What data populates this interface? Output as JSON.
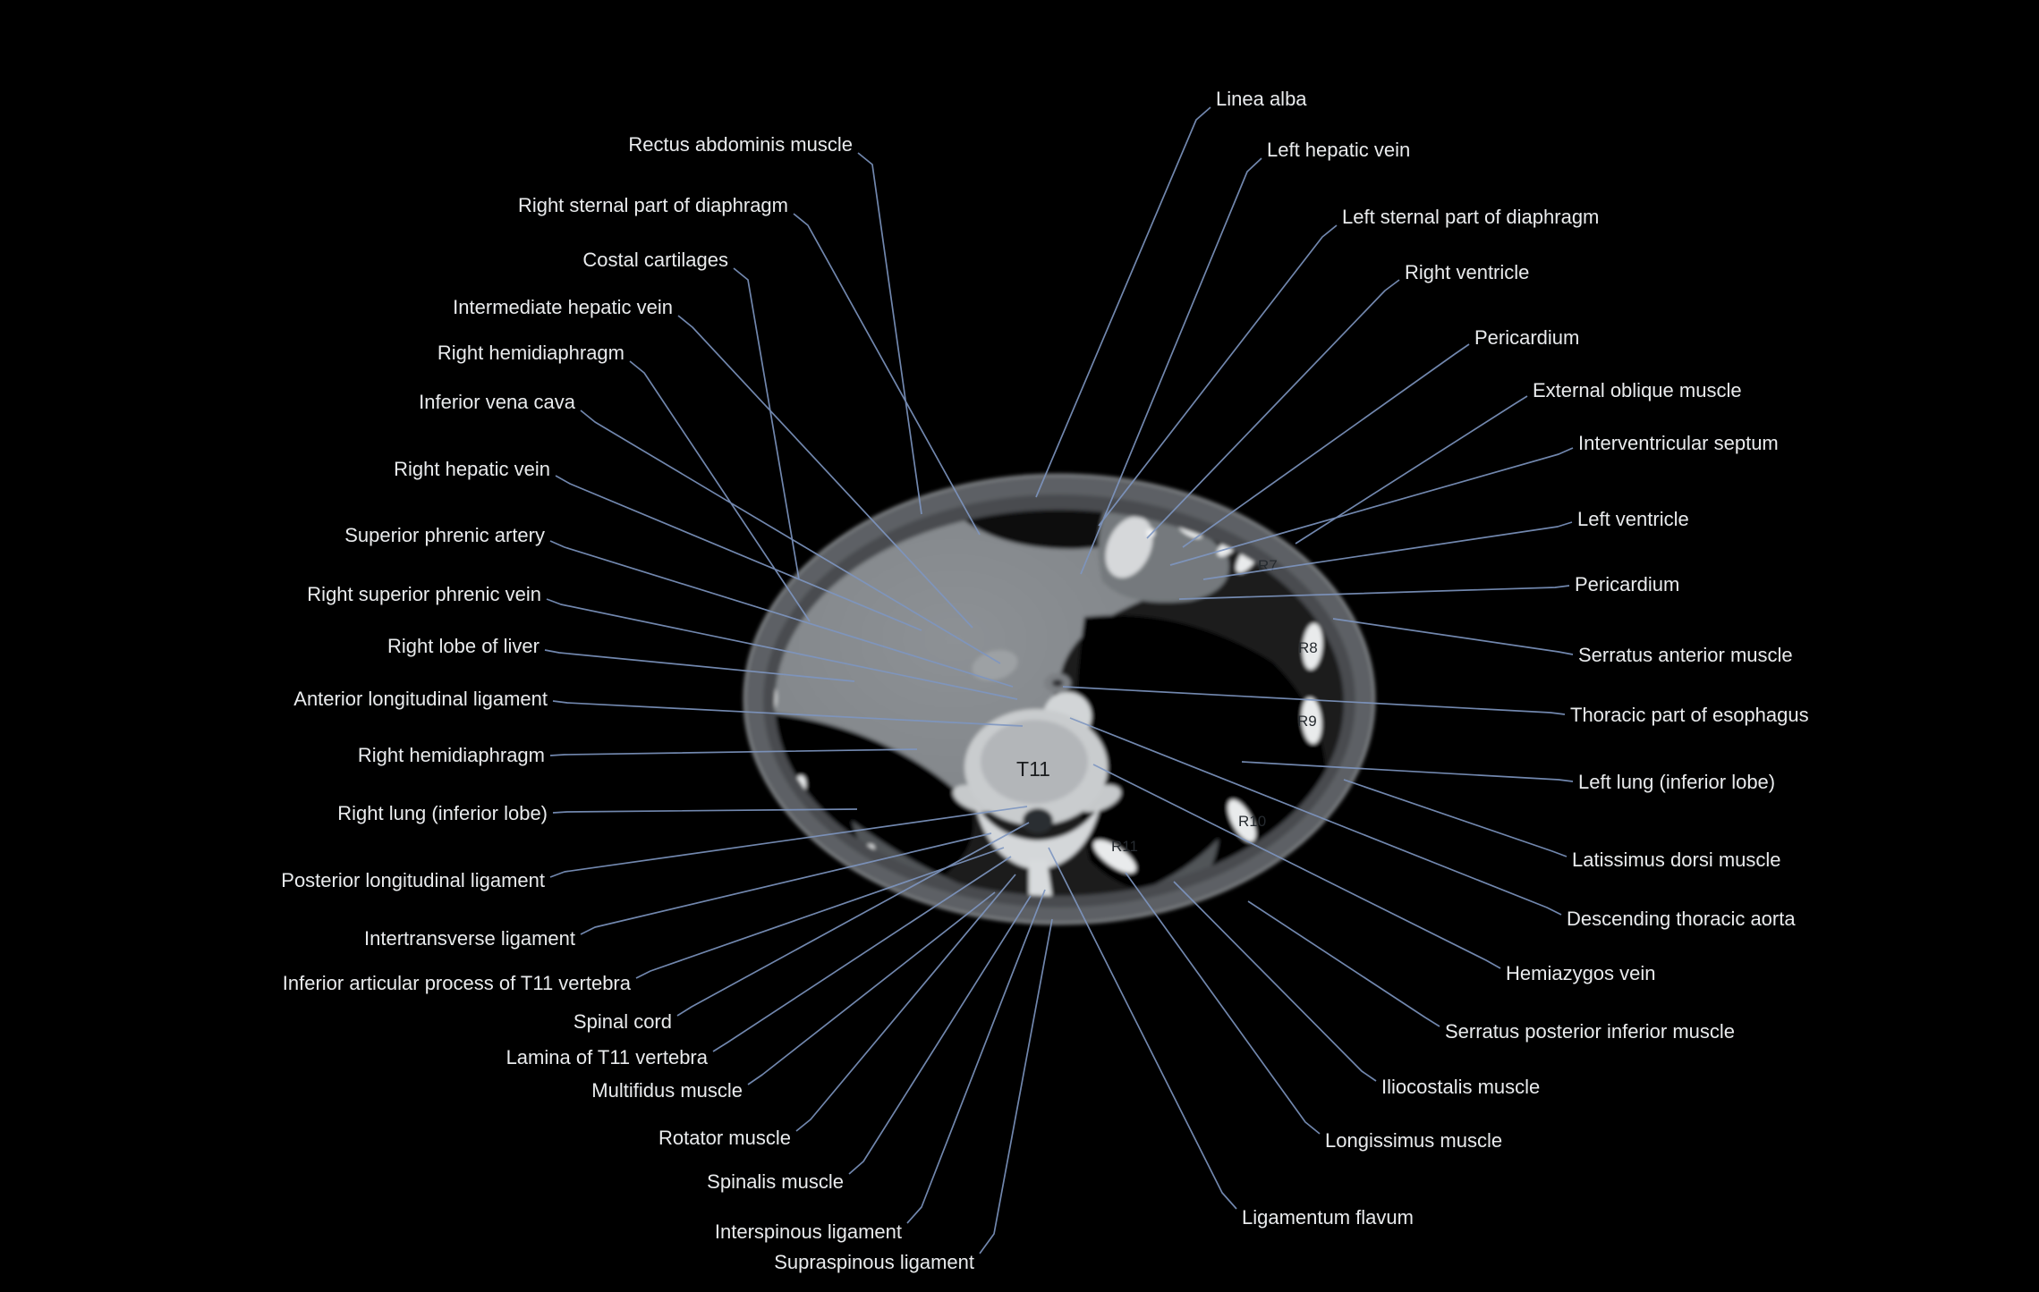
{
  "figure": {
    "description": "Axial CT scan at the level of the T11 vertebra with anatomical annotations",
    "background_color": "#000000"
  },
  "colors": {
    "leader_line": "#7e96c1",
    "label_text": "#e9ebed",
    "marker_text": "#262b30"
  },
  "ct": {
    "vertebra_label": "T11",
    "rib_labels": {
      "r7": "R7",
      "r8": "R8",
      "r9": "R9",
      "r10": "R10",
      "r11": "R11"
    }
  },
  "annotations": {
    "left": [
      {
        "text": "Rectus abdominis muscle"
      },
      {
        "text": "Right sternal part of diaphragm"
      },
      {
        "text": "Costal cartilages"
      },
      {
        "text": "Intermediate hepatic vein"
      },
      {
        "text": "Right hemidiaphragm"
      },
      {
        "text": "Inferior vena cava"
      },
      {
        "text": "Right hepatic vein"
      },
      {
        "text": "Superior phrenic artery"
      },
      {
        "text": "Right superior phrenic vein"
      },
      {
        "text": "Right lobe of liver"
      },
      {
        "text": "Anterior longitudinal ligament"
      },
      {
        "text": "Right hemidiaphragm"
      },
      {
        "text": "Right lung (inferior lobe)"
      },
      {
        "text": "Posterior longitudinal ligament"
      },
      {
        "text": "Intertransverse ligament"
      },
      {
        "text": "Inferior articular process of T11 vertebra"
      },
      {
        "text": "Spinal cord"
      },
      {
        "text": "Lamina of T11 vertebra"
      },
      {
        "text": "Multifidus muscle"
      },
      {
        "text": "Rotator muscle"
      },
      {
        "text": "Spinalis muscle"
      },
      {
        "text": "Interspinous ligament"
      },
      {
        "text": "Supraspinous ligament"
      }
    ],
    "right": [
      {
        "text": "Linea alba"
      },
      {
        "text": "Left hepatic vein"
      },
      {
        "text": "Left sternal part of diaphragm"
      },
      {
        "text": "Right ventricle"
      },
      {
        "text": "Pericardium"
      },
      {
        "text": "External oblique muscle"
      },
      {
        "text": "Interventricular septum"
      },
      {
        "text": "Left ventricle"
      },
      {
        "text": "Pericardium"
      },
      {
        "text": "Serratus anterior muscle"
      },
      {
        "text": "Thoracic part of esophagus"
      },
      {
        "text": "Left lung (inferior lobe)"
      },
      {
        "text": "Latissimus dorsi muscle"
      },
      {
        "text": "Descending thoracic aorta"
      },
      {
        "text": "Hemiazygos vein"
      },
      {
        "text": "Serratus posterior inferior muscle"
      },
      {
        "text": "Iliocostalis muscle"
      },
      {
        "text": "Longissimus muscle"
      },
      {
        "text": "Ligamentum flavum"
      }
    ]
  }
}
